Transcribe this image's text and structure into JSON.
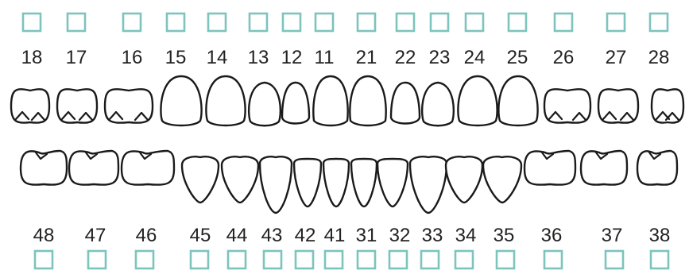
{
  "colors": {
    "checkbox": "#7cc4bd",
    "outline": "#1a1a1a",
    "text": "#222222",
    "background": "#ffffff"
  },
  "upper": {
    "numbers": [
      "18",
      "17",
      "16",
      "15",
      "14",
      "13",
      "12",
      "11",
      "21",
      "22",
      "23",
      "24",
      "25",
      "26",
      "27",
      "28"
    ],
    "types": [
      "molar",
      "molar",
      "molar",
      "premolar",
      "premolar",
      "canine",
      "lateral-incisor",
      "central-incisor",
      "central-incisor",
      "lateral-incisor",
      "canine",
      "premolar",
      "premolar",
      "molar",
      "molar",
      "molar"
    ]
  },
  "lower": {
    "numbers": [
      "48",
      "47",
      "46",
      "45",
      "44",
      "43",
      "42",
      "41",
      "31",
      "32",
      "33",
      "34",
      "35",
      "36",
      "37",
      "38"
    ],
    "types": [
      "molar",
      "molar",
      "molar",
      "premolar",
      "premolar",
      "canine",
      "incisor",
      "incisor",
      "incisor",
      "incisor",
      "canine",
      "premolar",
      "premolar",
      "molar",
      "molar",
      "molar"
    ]
  }
}
